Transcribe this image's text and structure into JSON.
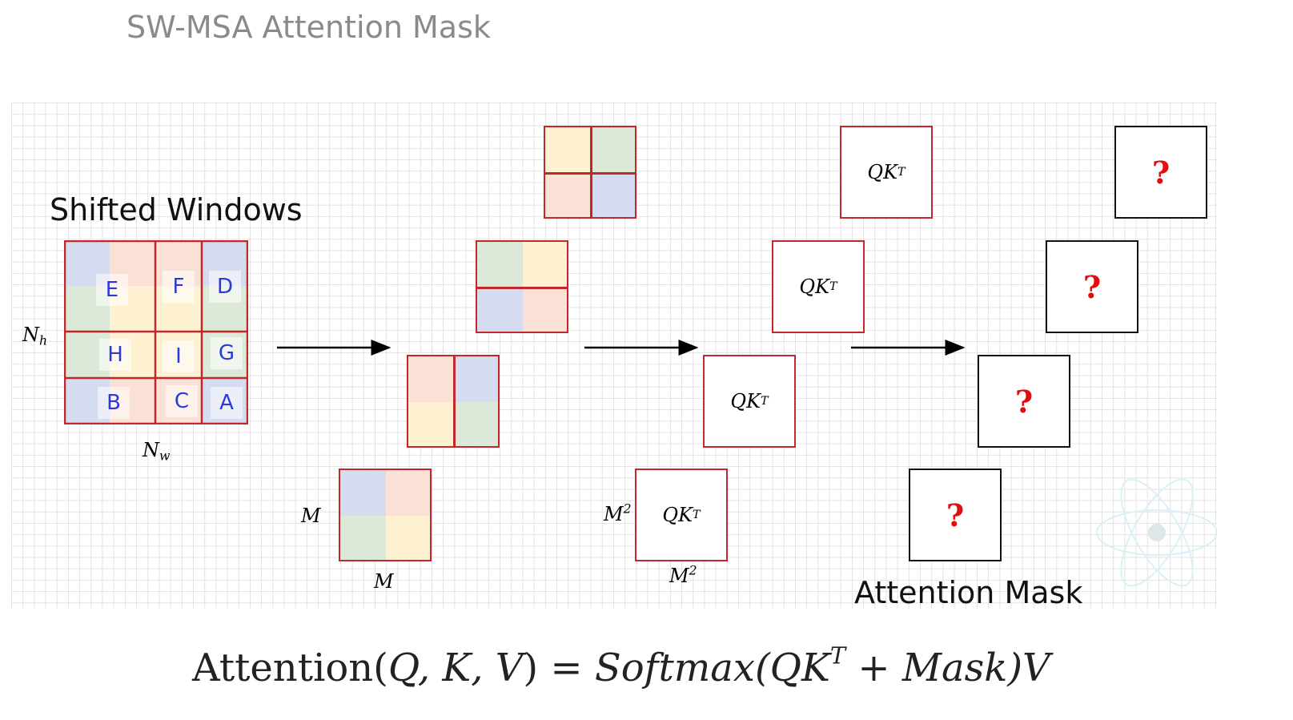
{
  "title": "SW-MSA Attention Mask",
  "labels": {
    "shifted_windows": "Shifted Windows",
    "attention_mask": "Attention Mask",
    "nh": {
      "base": "N",
      "sub": "h"
    },
    "nw": {
      "base": "N",
      "sub": "w"
    },
    "m": "M",
    "m2": {
      "base": "M",
      "sup": "2"
    }
  },
  "window_letters": [
    "E",
    "F",
    "D",
    "H",
    "I",
    "G",
    "B",
    "C",
    "A"
  ],
  "qk": {
    "base": "QK",
    "sup": "T"
  },
  "question_mark": "?",
  "formula": {
    "prefix": "Attention(",
    "args": "Q, K, V",
    "mid": ") = ",
    "func": "Softmax",
    "open": "(QK",
    "sup": "T",
    "plus": " + ",
    "mask": "Mask",
    "close": ")V"
  },
  "colors": {
    "border_red": "#c0282c",
    "blue": "#d6dcef",
    "pink": "#fbe0d6",
    "green": "#dde9d8",
    "yellow": "#fdf1d2",
    "letter_blue": "#2a3ad8",
    "question_red": "#e30d0d"
  }
}
